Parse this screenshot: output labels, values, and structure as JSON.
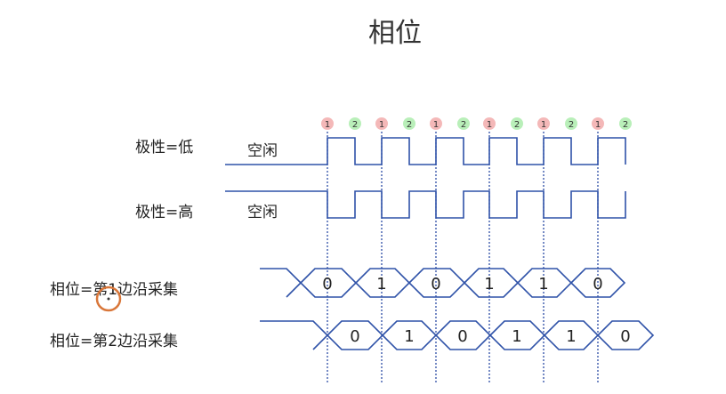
{
  "title": "相位",
  "edge_markers": [
    "1",
    "2",
    "1",
    "2",
    "1",
    "2",
    "1",
    "2",
    "1",
    "2",
    "1",
    "2"
  ],
  "colors": {
    "wave": "#2f52a8",
    "guide": "#1a3e9e",
    "marker_1": "#f4b8b8",
    "marker_2": "#b9efb9",
    "cursor": "#d9773a"
  },
  "rows": [
    {
      "label": "极性=低",
      "idle": "空闲"
    },
    {
      "label": "极性=高",
      "idle": "空闲"
    },
    {
      "label": "相位=第1边沿采集",
      "bits": [
        "0",
        "1",
        "0",
        "1",
        "1",
        "0"
      ]
    },
    {
      "label": "相位=第2边沿采集",
      "bits": [
        "0",
        "1",
        "0",
        "1",
        "1",
        "0"
      ]
    }
  ]
}
